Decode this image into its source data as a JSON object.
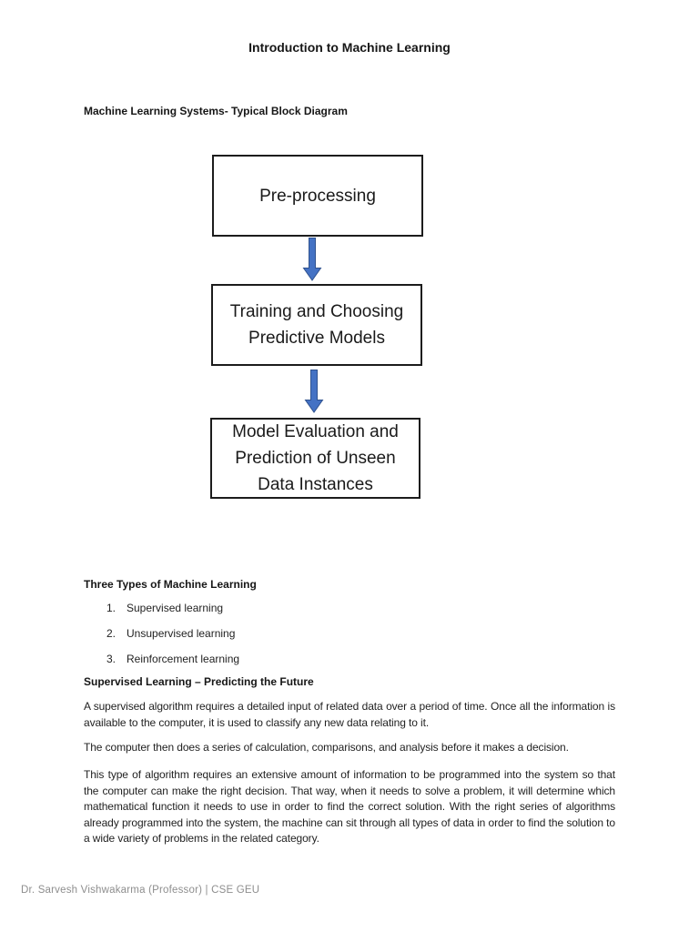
{
  "page": {
    "title": "Introduction to Machine Learning",
    "footer": "Dr. Sarvesh Vishwakarma (Professor) | CSE GEU"
  },
  "diagram": {
    "heading": "Machine Learning Systems- Typical Block Diagram",
    "arrow_fill": "#4472C4",
    "arrow_stroke": "#2F528F",
    "boxes": [
      {
        "name": "preprocessing",
        "lines": [
          "Pre-processing"
        ]
      },
      {
        "name": "training",
        "lines": [
          "Training and Choosing",
          "Predictive Models"
        ]
      },
      {
        "name": "evaluation",
        "lines": [
          "Model Evaluation and",
          "Prediction of Unseen",
          "Data Instances"
        ]
      }
    ]
  },
  "content": {
    "three_types": {
      "heading": "Three Types of Machine Learning",
      "items": [
        {
          "number": "1.",
          "label": "Supervised learning"
        },
        {
          "number": "2.",
          "label": "Unsupervised learning"
        },
        {
          "number": "3.",
          "label": "Reinforcement learning"
        }
      ]
    },
    "supervised": {
      "heading": "Supervised Learning – Predicting the Future",
      "paragraphs": [
        "A supervised algorithm requires a detailed input of related data over a period of time. Once all the information is available to the computer, it is used to classify any new data relating to it.",
        "The computer then does a series of calculation, comparisons, and analysis before it makes a decision.",
        "This type of algorithm requires an extensive amount of information to be programmed into the system so that the computer can make the right decision. That way, when it needs to solve a problem, it will determine which mathematical function it needs to use in order to find the correct solution. With the right series of algorithms already programmed into the system, the machine can sit through all types of data in order to find the solution to a wide variety of problems in the related category."
      ]
    }
  }
}
